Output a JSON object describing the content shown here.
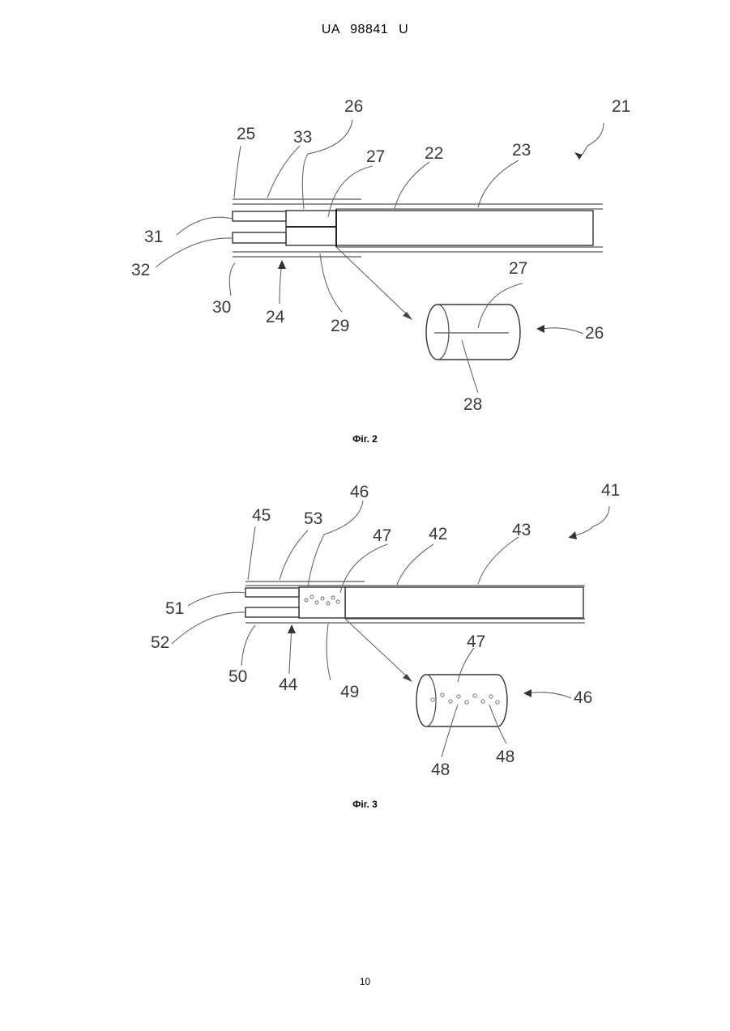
{
  "header": {
    "text": "UA   98841   U"
  },
  "page_number": "10",
  "figure2": {
    "caption": "Фіг. 2",
    "labels": {
      "l21": "21",
      "l22": "22",
      "l23": "23",
      "l24": "24",
      "l25": "25",
      "l26": "26",
      "l27": "27",
      "l28": "28",
      "l29": "29",
      "l30": "30",
      "l31": "31",
      "l32": "32",
      "l33": "33",
      "d27": "27",
      "d26": "26"
    }
  },
  "figure3": {
    "caption": "Фіг. 3",
    "labels": {
      "l41": "41",
      "l42": "42",
      "l43": "43",
      "l44": "44",
      "l45": "45",
      "l46": "46",
      "l47": "47",
      "l49": "49",
      "l50": "50",
      "l51": "51",
      "l52": "52",
      "l53": "53",
      "d47": "47",
      "d46": "46",
      "d48a": "48",
      "d48b": "48"
    }
  }
}
